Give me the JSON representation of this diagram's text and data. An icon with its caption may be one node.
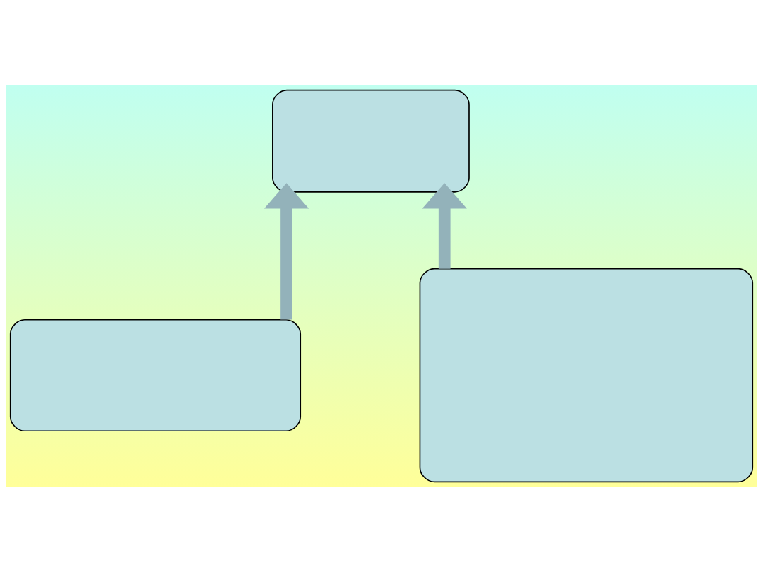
{
  "diagram": {
    "nodes": [
      {
        "text": [],
        "shape": "box"
      },
      {
        "text": [],
        "shape": "box"
      },
      {
        "text": [],
        "shape": "box"
      }
    ],
    "edges": [
      {
        "from": 1,
        "to": 0,
        "arrow": "to"
      },
      {
        "from": 2,
        "to": 0,
        "arrow": "to"
      }
    ]
  }
}
